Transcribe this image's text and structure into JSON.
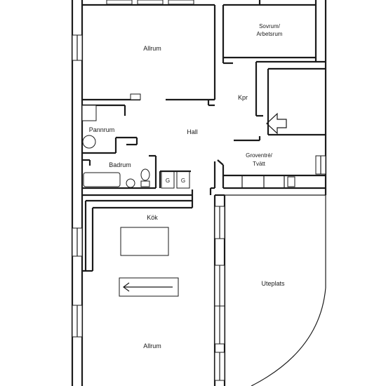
{
  "rooms": {
    "allrum_top": "Allrum",
    "sovrum_line1": "Sovrum/",
    "sovrum_line2": "Arbetsrum",
    "kpr": "Kpr",
    "pannrum": "Pannrum",
    "hall": "Hall",
    "badrum": "Badrum",
    "groventre_line1": "Groventré/",
    "groventre_line2": "Tvätt",
    "kok": "Kök",
    "uteplats": "Uteplats",
    "allrum_bottom": "Allrum"
  },
  "fixtures": {
    "g1": "G",
    "g2": "G"
  }
}
